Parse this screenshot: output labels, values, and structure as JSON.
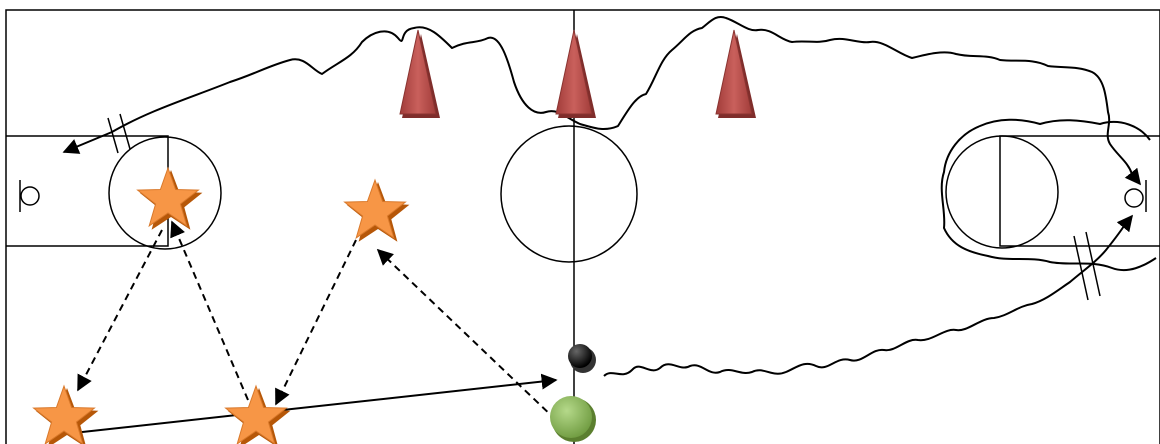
{
  "diagram": {
    "type": "basketball-drill-court",
    "colors": {
      "background": "#ffffff",
      "court_lines": "#000000",
      "cone_fill": "#c0504d",
      "cone_shadow": "#7f2d2b",
      "star_fill": "#f79646",
      "star_shadow": "#b65708",
      "green_player": "#8fbc5a",
      "ball": "#1a1a1a"
    },
    "cones": [
      {
        "name": "cone-left"
      },
      {
        "name": "cone-center"
      },
      {
        "name": "cone-right"
      }
    ],
    "stars": [
      {
        "name": "star-key-left"
      },
      {
        "name": "star-top-middle"
      },
      {
        "name": "star-bottom-left"
      },
      {
        "name": "star-bottom-middle"
      }
    ],
    "markers": {
      "green_player": "green-circle",
      "ball": "black-ball"
    },
    "arrows": [
      {
        "name": "dashed-pass-star-to-bottom-left",
        "style": "dashed"
      },
      {
        "name": "dashed-pass-bottom-middle-to-key",
        "style": "dashed"
      },
      {
        "name": "dashed-pass-top-to-bottom-middle",
        "style": "dashed"
      },
      {
        "name": "dashed-pass-green-to-top",
        "style": "dashed"
      },
      {
        "name": "solid-pass-bottom-left-to-ball",
        "style": "solid"
      },
      {
        "name": "dribble-path-loop",
        "style": "wavy"
      }
    ]
  }
}
